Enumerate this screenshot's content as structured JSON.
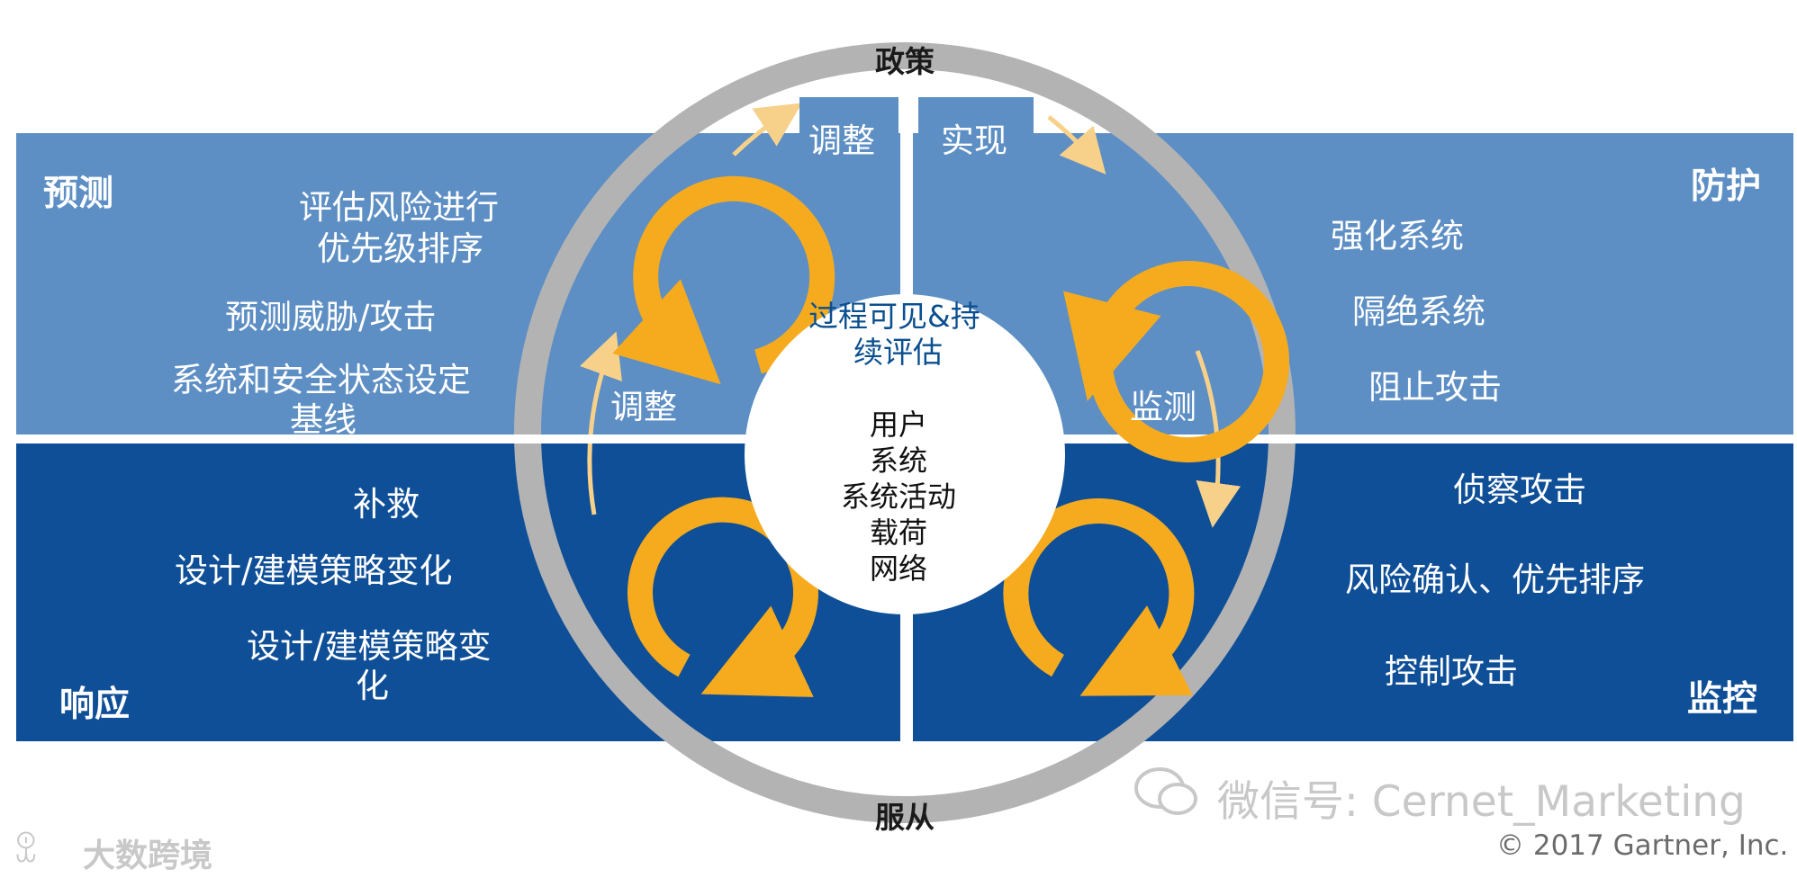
{
  "colors": {
    "light_blue": "#5d8fc4",
    "dark_blue": "#0f4f97",
    "ring_gray": "#b3b3b3",
    "arrow_orange": "#f6ab1e",
    "arrow_light": "#f7d18a"
  },
  "ring": {
    "top": "政策",
    "bottom": "服从"
  },
  "quadrants": {
    "top_left": {
      "title": "预测",
      "items": [
        "评估风险进行",
        "优先级排序",
        "预测威胁/攻击",
        "系统和安全状态设定",
        "基线"
      ]
    },
    "top_right": {
      "title": "防护",
      "items": [
        "强化系统",
        "隔绝系统",
        "阻止攻击"
      ]
    },
    "bottom_left": {
      "title": "响应",
      "items": [
        "补救",
        "设计/建模策略变化",
        "设计/建模策略变",
        "化"
      ]
    },
    "bottom_right": {
      "title": "监控",
      "items": [
        "侦察攻击",
        "风险确认、优先排序",
        "控制攻击"
      ]
    }
  },
  "cycle_labels": {
    "top_left_tab": "调整",
    "top_right_tab": "实现",
    "left_inner": "调整",
    "right_inner": "监测"
  },
  "center": {
    "heading_line1": "过程可见&持",
    "heading_line2": "续评估",
    "items": [
      "用户",
      "系统",
      "系统活动",
      "载荷",
      "网络"
    ]
  },
  "watermarks": {
    "wechat": "微信号: Cernet_Marketing",
    "copyright": "© 2017 Gartner, Inc.",
    "logo": "大数跨境"
  }
}
